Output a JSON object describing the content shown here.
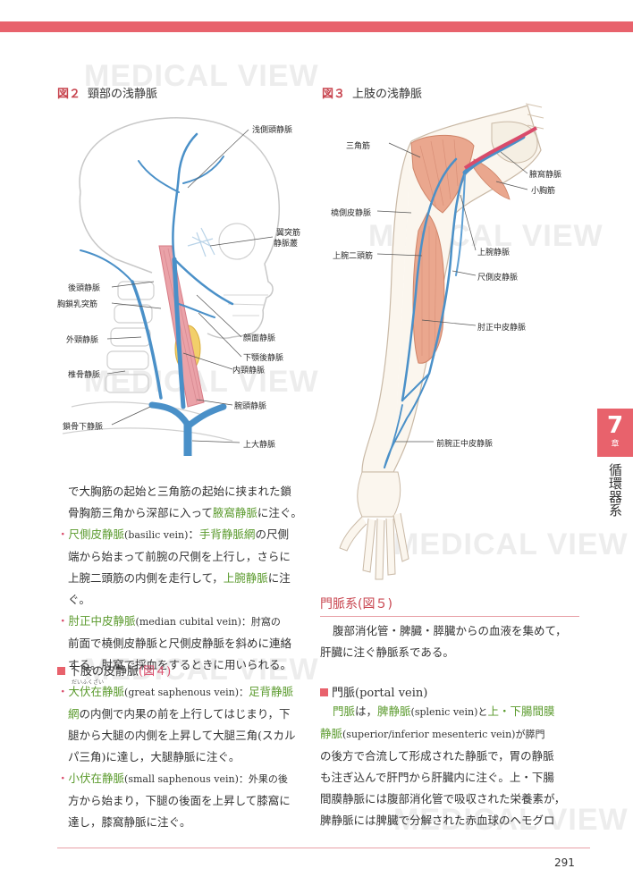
{
  "watermark": "MEDICAL VIEW",
  "figure2": {
    "number": "図２",
    "title": "頸部の浅静脈",
    "labels": {
      "l1": "浅側頭静脈",
      "l2a": "翼突筋",
      "l2b": "静脈叢",
      "l3": "後頭静脈",
      "l4": "胸鎖乳突筋",
      "l5": "顔面静脈",
      "l6": "外頸静脈",
      "l7": "下顎後静脈",
      "l8": "内頸静脈",
      "l9": "椎骨静脈",
      "l10": "腕頭静脈",
      "l11": "鎖骨下静脈",
      "l12": "上大静脈"
    }
  },
  "figure3": {
    "number": "図３",
    "title": "上肢の浅静脈",
    "labels": {
      "l1": "三角筋",
      "l2": "腋窩静脈",
      "l3": "小胸筋",
      "l4": "橈側皮静脈",
      "l5": "上腕静脈",
      "l6": "上腕二頭筋",
      "l7": "尺側皮静脈",
      "l8": "肘正中皮静脈",
      "l9": "前腕正中皮静脈"
    }
  },
  "left_text": {
    "p1a": "で大胸筋の起始と三角筋の起始に挟まれた鎖",
    "p1b": "骨胸筋三角から深部に入って",
    "p1b_term": "腋窩静脈",
    "p1b_end": "に注ぐ。",
    "b1_term": "尺側皮静脈",
    "b1_en": "(basilic vein)",
    "b1_colon": "：",
    "b1_term2": "手背静脈網",
    "b1_rest": "の尺側",
    "b1_l2": "端から始まって前腕の尺側を上行し，さらに",
    "b1_l3": "上腕二頭筋の内側を走行して，",
    "b1_l3_term": "上腕静脈",
    "b1_l3_end": "に注ぐ。",
    "b2_term": "肘正中皮静脈",
    "b2_rest": "(median cubital vein)：肘窩の",
    "b2_l2": "前面で橈側皮静脈と尺側皮静脈を斜めに連絡",
    "b2_l3": "する。肘窩で採血をするときに用いられる。",
    "section_title": "下肢の皮静脈",
    "section_ref": "(図４)",
    "b3_ruby": "だいふくざい",
    "b3_term": "大伏在静脈",
    "b3_en": "(great saphenous vein)：",
    "b3_term2": "足背静脈",
    "b3_l2_term": "網",
    "b3_l2": "の内側で内果の前を上行してはじまり，下",
    "b3_l3": "腿から大腿の内側を上昇して大腿三角(スカル",
    "b3_l4": "パ三角)に達し，大腿静脈に注ぐ。",
    "b4_term": "小伏在静脈",
    "b4_rest": "(small saphenous vein)：外果の後",
    "b4_l2": "方から始まり，下腿の後面を上昇して膝窩に",
    "b4_l3": "達し，膝窩静脈に注ぐ。"
  },
  "right_text": {
    "portal_title": "門脈系",
    "portal_ref": "(図５)",
    "p1a": "腹部消化管・脾臓・膵臓からの血液を集めて，",
    "p1b": "肝臓に注ぐ静脈系である。",
    "sub_title": "門脈(portal vein)",
    "p2_term": "門脈",
    "p2_a": "は，",
    "p2_term2": "脾静脈",
    "p2_b": "(splenic vein)と",
    "p2_term3": "上・下腸間膜",
    "p2_l2_term": "静脈",
    "p2_l2": "(superior/inferior mesenteric vein)が膵門",
    "p2_l3": "の後方で合流して形成された静脈で，胃の静脈",
    "p2_l4": "も注ぎ込んで肝門から肝臓内に注ぐ。上・下腸",
    "p2_l5": "間膜静脈には腹部消化管で吸収された栄養素が，",
    "p2_l6": "脾静脈には脾臓で分解された赤血球のヘモグロ"
  },
  "chapter": {
    "number": "7",
    "suffix": "章",
    "name": "循環器系"
  },
  "page_number": "291",
  "colors": {
    "accent": "#e8626c",
    "term_green": "#5a9a2c",
    "vein_blue": "#4a90c8",
    "muscle_pink": "#e8a0a0"
  }
}
